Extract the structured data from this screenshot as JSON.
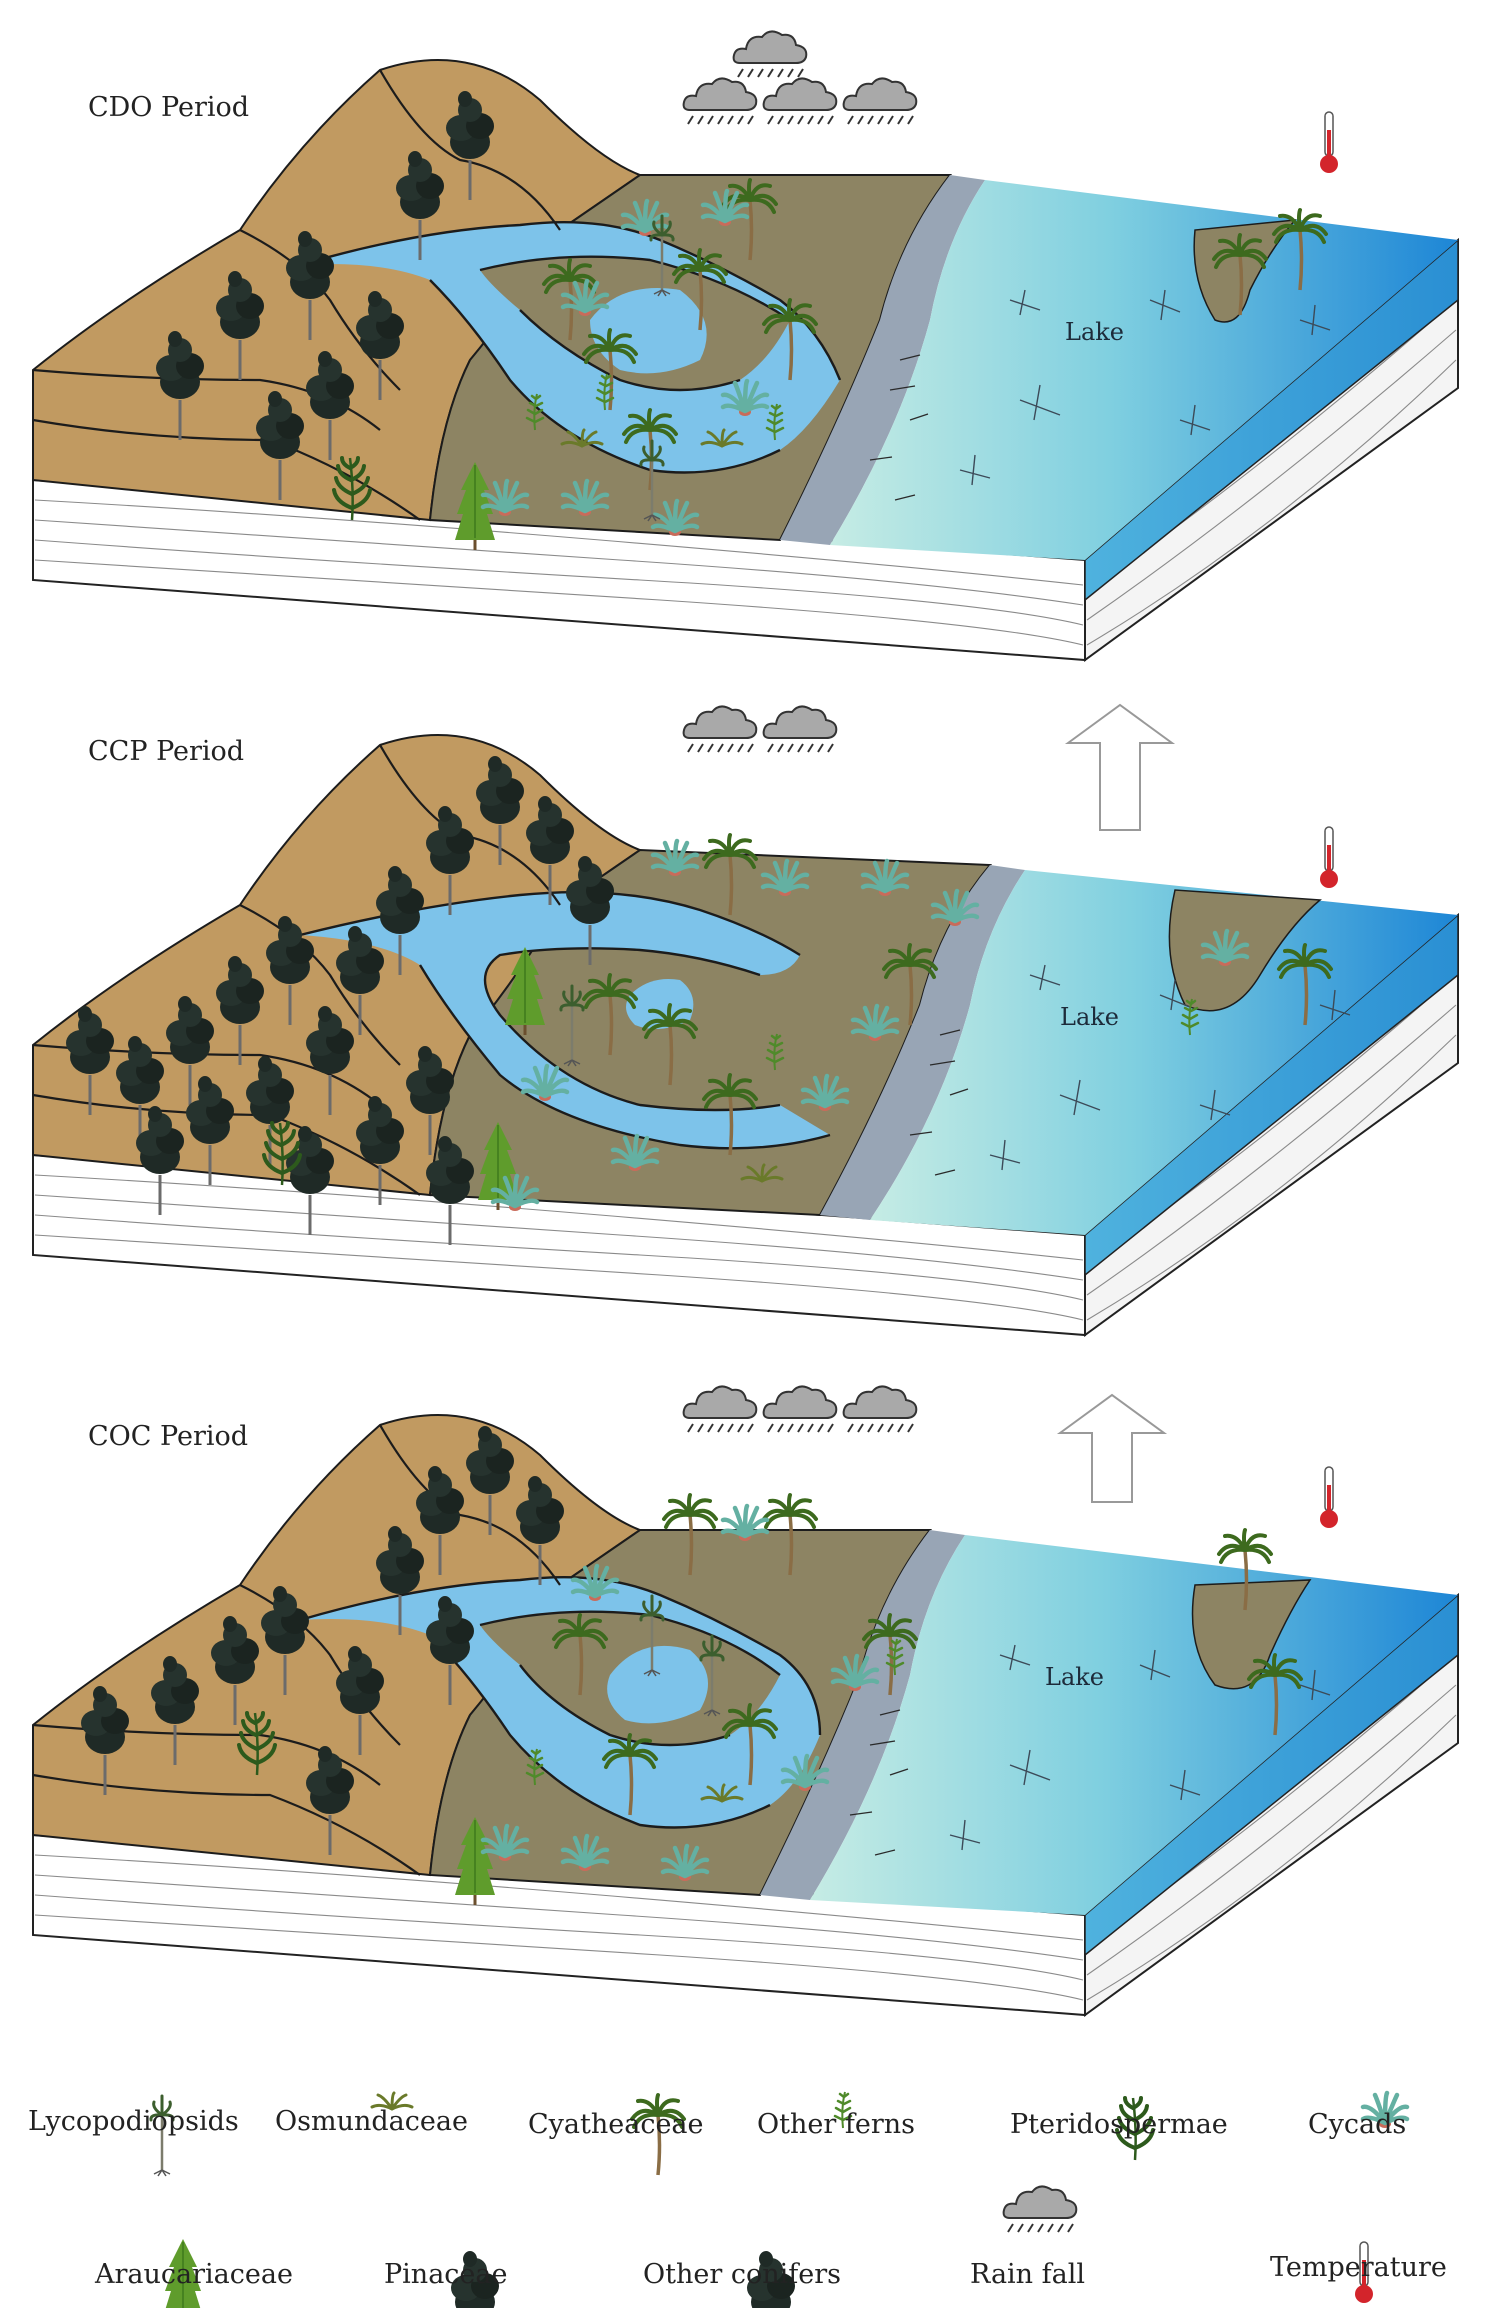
{
  "panels": [
    {
      "id": "cdo",
      "period_label": "CDO Period",
      "lake_label": "Lake",
      "rain_clouds": 4,
      "temperature_level": "high",
      "conifer_density": "sparse"
    },
    {
      "id": "ccp",
      "period_label": "CCP Period",
      "lake_label": "Lake",
      "rain_clouds": 2,
      "temperature_level": "low",
      "conifer_density": "dense"
    },
    {
      "id": "coc",
      "period_label": "COC Period",
      "lake_label": "Lake",
      "rain_clouds": 3,
      "temperature_level": "high",
      "conifer_density": "moderate"
    }
  ],
  "arrows": [
    "up",
    "up"
  ],
  "legend": [
    {
      "label": "Lycopodiopsids",
      "icon": "lycopodiopsid-icon"
    },
    {
      "label": "Osmundaceae",
      "icon": "osmundaceae-icon"
    },
    {
      "label": "Cyatheaceae",
      "icon": "cyatheaceae-icon"
    },
    {
      "label": "Other ferns",
      "icon": "other-ferns-icon"
    },
    {
      "label": "Pteridospermae",
      "icon": "pteridospermae-icon"
    },
    {
      "label": "Cycads",
      "icon": "cycads-icon"
    },
    {
      "label": "Araucariaceae",
      "icon": "araucariaceae-icon"
    },
    {
      "label": "Pinaceae",
      "icon": "pinaceae-icon"
    },
    {
      "label": "Other conifers",
      "icon": "other-conifers-icon"
    },
    {
      "label": "Rain fall",
      "icon": "rain-cloud-icon"
    },
    {
      "label": "Temperature",
      "icon": "thermometer-icon"
    }
  ],
  "colors": {
    "highland": "#c19a61",
    "floodplain": "#8d8463",
    "river": "#7dc3ea",
    "shore": "#98a5b5",
    "lake_near": "#bfe8e2",
    "lake_far": "#1d86d6",
    "strata": "#ffffff",
    "conifer": "#1f2a26",
    "palm": "#3d6a1e",
    "fern": "#4f8a2a",
    "cycad": "#64b0a2",
    "araucaria": "#5f9c2c",
    "thermometer": "#d3242b",
    "cloud": "#a9a9a9"
  }
}
